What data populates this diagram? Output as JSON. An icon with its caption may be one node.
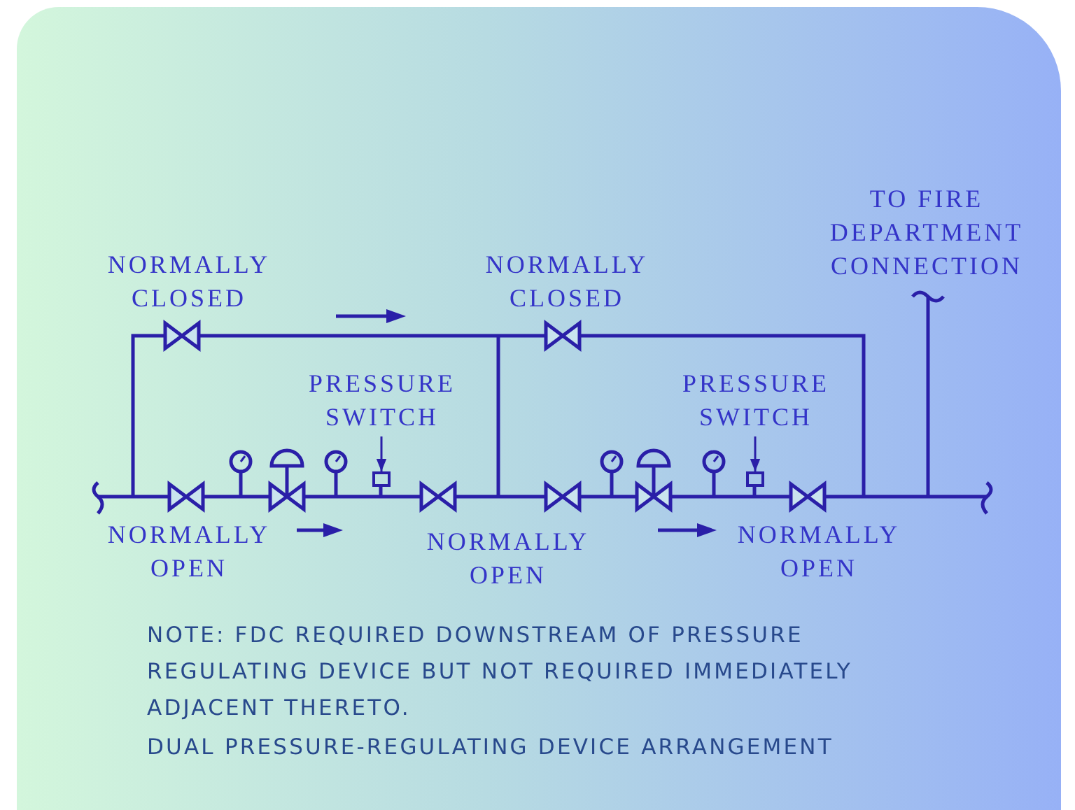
{
  "diagram": {
    "caption": "DUAL PRESSURE-REGULATING DEVICE ARRANGEMENT",
    "nodes": [
      {
        "text": [
          "PRESSURE SWITCH"
        ]
      },
      {
        "text": [],
        "shape": "box"
      },
      {
        "text": [
          "PRESSURE SWITCH"
        ]
      },
      {
        "text": [],
        "shape": "box"
      }
    ],
    "edges": [
      {
        "from": 0,
        "to": 1,
        "arrow": "to"
      },
      {
        "from": 2,
        "to": 3,
        "arrow": "to"
      }
    ],
    "labels": [
      "TO FIRE DEPARTMENT CONNECTION",
      "NORMALLY CLOSED",
      "NORMALLY CLOSED",
      "NORMALLY OPEN",
      "NORMALLY OPEN",
      "NORMALLY OPEN",
      "NOTE: FDC REQUIRED DOWNSTREAM OF PRESSURE REGULATING DEVICE BUT NOT REQUIRED IMMEDIATELY ADJACENT THERETO."
    ]
  }
}
